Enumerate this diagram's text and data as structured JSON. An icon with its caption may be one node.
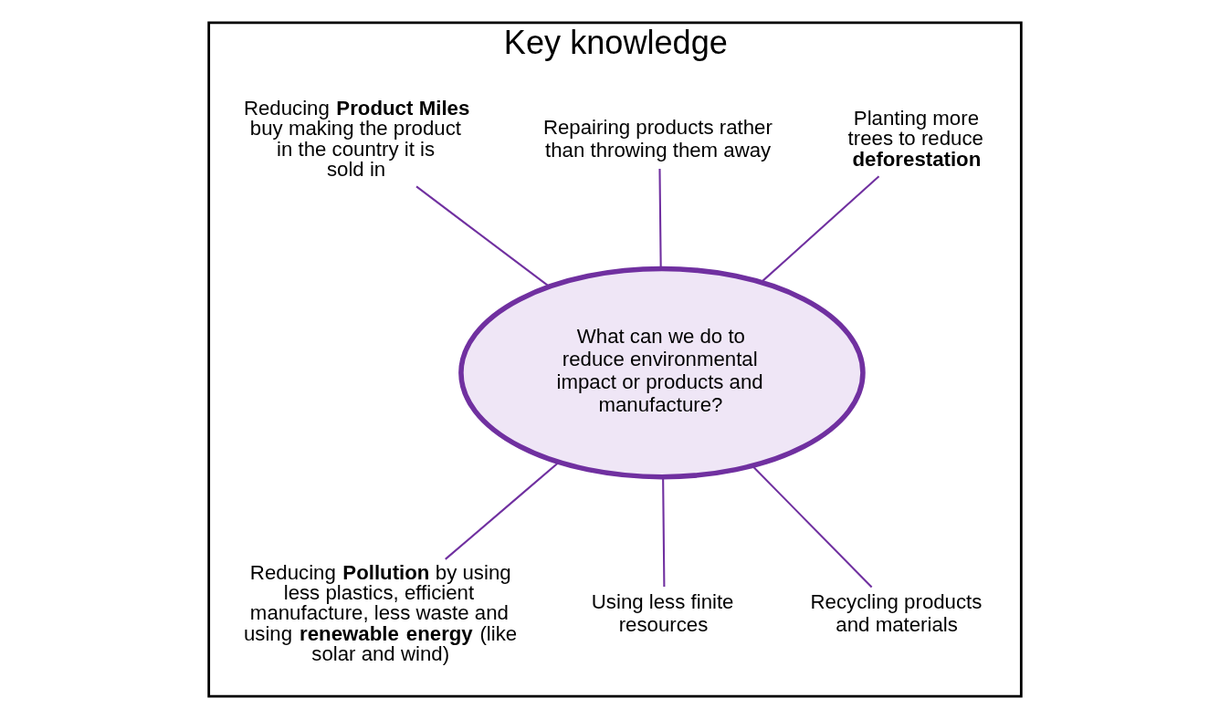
{
  "diagram": {
    "nodes": [
      {
        "text": [
          "Key knowledge"
        ]
      },
      {
        "text": [
          "Repairing products rather than throwing them away"
        ],
        "in": 0
      },
      {
        "text": [
          "Reducing **Product Miles** buy making the product in the country it is sold in"
        ],
        "in": 0
      },
      {
        "text": [
          "Planting more trees to reduce **deforestation**"
        ],
        "in": 0
      },
      {
        "text": [
          "What can we do to reduce environmental impact or products and manufacture?"
        ],
        "in": 0
      },
      {
        "text": [
          "Reducing **Pollution** by using less plastics, efficient manufacture, less waste and using **renewable energy** (like solar and wind)"
        ],
        "in": 0
      },
      {
        "text": [
          "Recycling products and materials"
        ],
        "in": 0
      },
      {
        "text": [
          "Using less finite resources"
        ],
        "in": 0
      }
    ],
    "edges": [
      {
        "from": 1,
        "to": 4,
        "arrow": "none"
      },
      {
        "from": 2,
        "to": 4,
        "arrow": "none"
      },
      {
        "from": 3,
        "to": 4,
        "arrow": "none"
      },
      {
        "from": 4,
        "to": 5,
        "arrow": "none"
      },
      {
        "from": 4,
        "to": 6,
        "arrow": "none"
      },
      {
        "from": 4,
        "to": 7,
        "arrow": "none"
      }
    ]
  }
}
